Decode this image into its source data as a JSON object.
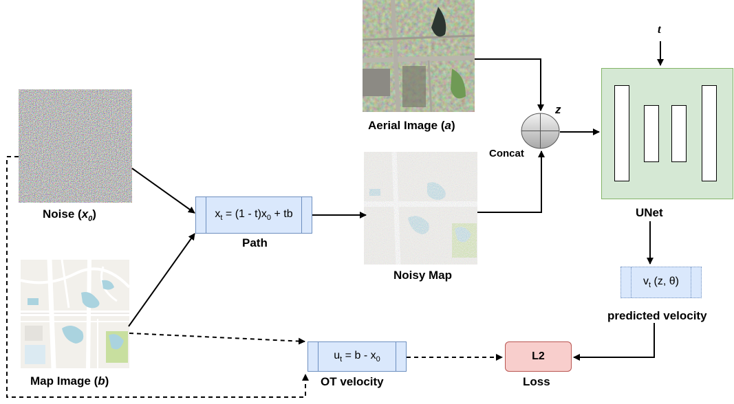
{
  "labels": {
    "noise_main": "Noise (",
    "noise_var": "x",
    "noise_sub": "0",
    "noise_close": ")",
    "map_main": "Map Image (",
    "map_var": "b",
    "map_close": ")",
    "aerial_main": "Aerial Image (",
    "aerial_var": "a",
    "aerial_close": ")",
    "noisy_map": "Noisy Map",
    "path": "Path",
    "ot_velocity": "OT velocity",
    "concat": "Concat",
    "z": "z",
    "t": "t",
    "unet": "UNet",
    "predicted_velocity": "predicted velocity",
    "loss": "Loss",
    "l2": "L2"
  },
  "formulas": {
    "xt": {
      "a": "x",
      "a_sub": "t",
      "b": " = (1 - t)x",
      "b_sub": "0",
      "c": " + tb"
    },
    "ut": {
      "a": "u",
      "a_sub": "t",
      "b": " = b - x",
      "b_sub": "0"
    },
    "vt": {
      "a": "v",
      "a_sub": "t",
      "b": " (z, θ)"
    }
  },
  "colors": {
    "process_fill": "#dae8fc",
    "process_stroke": "#6c8ebf",
    "unet_fill": "#d5e8d4",
    "unet_stroke": "#82b366",
    "loss_fill": "#f8cecc",
    "loss_stroke": "#b85450"
  }
}
